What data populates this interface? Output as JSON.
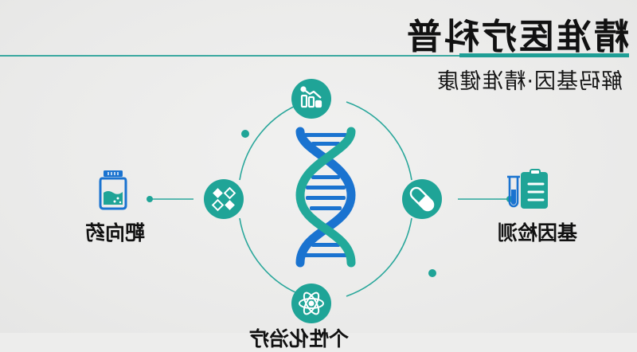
{
  "header": {
    "title": "精准医疗科普",
    "subtitle": "解码基因·精准健康"
  },
  "diagram": {
    "center_icon": "dna-helix-icon",
    "nodes": [
      {
        "position": "top",
        "icon": "chart-trend-icon"
      },
      {
        "position": "left",
        "icon": "molecule-diamond-icon"
      },
      {
        "position": "right",
        "icon": "pill-capsule-icon"
      },
      {
        "position": "bottom",
        "icon": "atom-icon"
      }
    ],
    "side_items": [
      {
        "position": "left",
        "icon": "medicine-bottle-icon",
        "label": "靶向药"
      },
      {
        "position": "right",
        "icon": "test-tube-clipboard-icon",
        "label": "基因检测"
      }
    ],
    "bottom_label": "个性化治疗"
  },
  "colors": {
    "teal": "#1fa497",
    "blue": "#1a73d0",
    "background": "#ededec",
    "text": "#111111"
  }
}
